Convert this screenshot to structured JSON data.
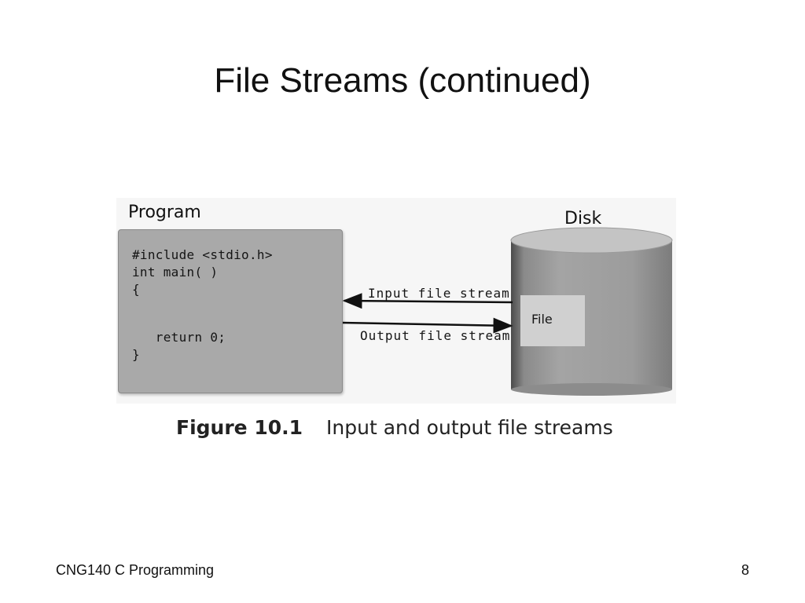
{
  "slide": {
    "title": "File Streams (continued)",
    "footer_left": "CNG140 C Programming",
    "page_number": "8"
  },
  "figure": {
    "program_label": "Program",
    "disk_label": "Disk",
    "code_lines": [
      "#include <stdio.h>",
      "int main( )",
      "{",
      "",
      "   return 0;",
      "}"
    ],
    "input_stream_label": "Input file stream",
    "output_stream_label": "Output file stream",
    "file_label": "File",
    "caption_number": "Figure 10.1",
    "caption_text": "Input and output file streams"
  }
}
